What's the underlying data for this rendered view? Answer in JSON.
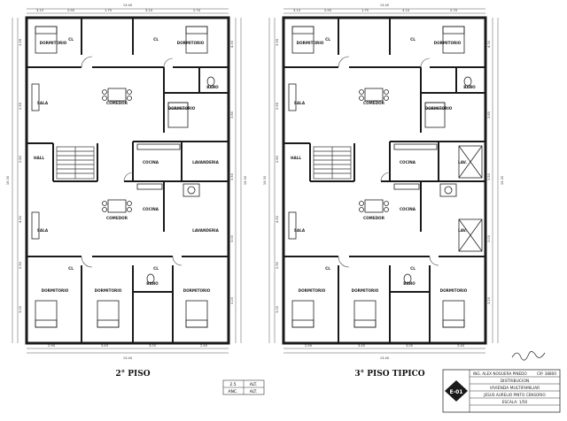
{
  "sheet_code": "E-01",
  "plans": [
    {
      "id": "plan-2nd-floor",
      "title": "2° PISO",
      "top_dims": [
        "3.15",
        "2.95",
        "1.75",
        "3.10",
        "2.70"
      ],
      "top_total": "13.40",
      "bottom_dims": [
        "2.90",
        "3.45",
        "3.05",
        "2.40"
      ],
      "bottom_total": "13.40",
      "left_dims": [
        "3.95",
        "2.55",
        "2.80",
        "4.50",
        "2.50",
        "3.00"
      ],
      "right_dims": [
        "4.30",
        "3.80",
        "3.50",
        "3.00",
        "3.20"
      ],
      "side_total": "19.30",
      "rooms": {
        "dorm_tl": "DORMITORIO",
        "dorm_tr": "DORMITORIO",
        "sala_top": "SALA",
        "comedor_top": "COMEDOR",
        "dorm_mid": "DORMITORIO",
        "bano_top": "BAÑO",
        "hall": "HALL",
        "cocina_top": "COCINA",
        "lav_top": "LAVANDERIA",
        "comedor_bot": "COMEDOR",
        "sala_bot": "SALA",
        "cocina_bot": "COCINA",
        "lav_bot": "LAVANDERIA",
        "dorm_bl": "DORMITORIO",
        "dorm_bm": "DORMITORIO",
        "bano_bot": "BAÑO",
        "dorm_br": "DORMITORIO",
        "cl_1": "CL",
        "cl_2": "CL",
        "cl_3": "CL",
        "cl_4": "CL"
      }
    },
    {
      "id": "plan-3rd-floor",
      "title": "3° PISO TIPICO",
      "top_dims": [
        "3.15",
        "2.95",
        "1.75",
        "3.10",
        "2.70"
      ],
      "top_total": "13.40",
      "bottom_dims": [
        "2.90",
        "3.45",
        "3.05",
        "2.40"
      ],
      "bottom_total": "13.40",
      "left_dims": [
        "3.95",
        "2.55",
        "2.80",
        "4.50",
        "2.50",
        "3.00"
      ],
      "right_dims": [
        "4.30",
        "3.80",
        "3.50",
        "3.00",
        "3.20"
      ],
      "side_total": "19.30",
      "rooms": {
        "dorm_tl": "DORMITORIO",
        "dorm_tr": "DORMITORIO",
        "sala_top": "SALA",
        "comedor_top": "COMEDOR",
        "dorm_mid": "DORMITORIO",
        "bano_top": "BAÑO",
        "hall": "HALL",
        "cocina_top": "COCINA",
        "lav_top": "LAV.",
        "comedor_bot": "COMEDOR",
        "sala_bot": "SALA",
        "cocina_bot": "COCINA",
        "lav_bot": "LAV.",
        "dorm_bl": "DORMITORIO",
        "dorm_bm": "DORMITORIO",
        "bano_bot": "BAÑO",
        "dorm_br": "DORMITORIO",
        "cl_1": "CL",
        "cl_2": "CL",
        "cl_3": "CL",
        "cl_4": "CL"
      }
    }
  ],
  "legend_box": {
    "row1": [
      "2.5",
      "ALT."
    ],
    "row2": [
      "ANC.",
      "ALT."
    ]
  },
  "title_block": {
    "engineer": "ING. ALEX NOGUERA PINEDO",
    "cip": "CIP. 38800",
    "subject": "DISTRIBUCION",
    "project": "VIVIENDA MULTIFAMILIAR",
    "owner": "JESUS AURELIO PINTO CENSORIO",
    "scale": "ESCALA: 1/50"
  },
  "colors": {
    "line": "#333333",
    "wall": "#1a1a1a",
    "text": "#222222",
    "paper": "#ffffff"
  }
}
